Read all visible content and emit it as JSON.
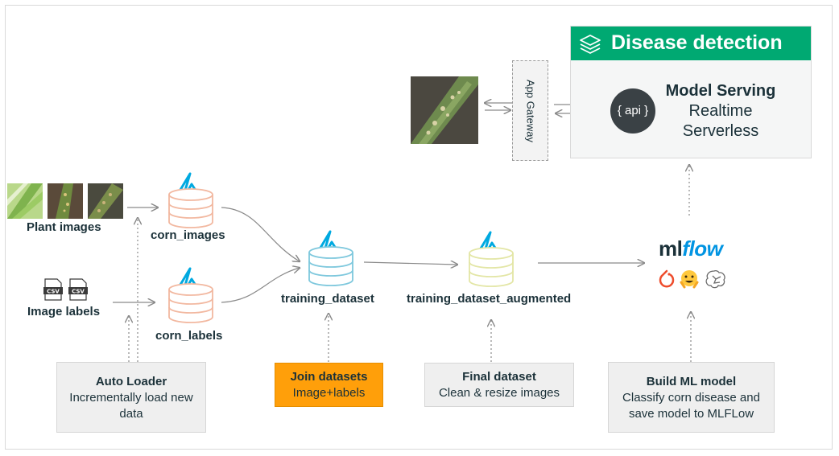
{
  "colors": {
    "delta_blue": "#00a9e0",
    "corn_db": "#f2b8a0",
    "training_db": "#7ec8dd",
    "augmented_db": "#e3e6a6",
    "serving_header": "#00a972",
    "join_box": "#ff9f0a",
    "api_bg": "#3a4145"
  },
  "icons": {
    "header_layers": "layers-icon",
    "csv_file": "csv-file-icon",
    "delta": "delta-lake-icon",
    "pytorch": "pytorch-icon",
    "huggingface": "hugging-face-icon",
    "brain": "brain-network-icon"
  },
  "inputs": {
    "plant_images_label": "Plant images",
    "image_labels_label": "Image labels",
    "csv_badge": "CSV"
  },
  "tables": {
    "corn_images": "corn_images",
    "corn_labels": "corn_labels",
    "training_dataset": "training_dataset",
    "training_dataset_augmented": "training_dataset_augmented"
  },
  "steps": {
    "auto_loader": {
      "title": "Auto Loader",
      "desc_line1": "Incrementally load new",
      "desc_line2": "data"
    },
    "join": {
      "title": "Join datasets",
      "desc": "Image+labels"
    },
    "final": {
      "title": "Final dataset",
      "desc": "Clean & resize images"
    },
    "build": {
      "title": "Build ML model",
      "desc_line1": "Classify corn disease and",
      "desc_line2": "save model to MLFLow"
    }
  },
  "serving": {
    "title": "Disease detection",
    "api": "{ api }",
    "model_serving": "Model Serving",
    "realtime": "Realtime",
    "serverless": "Serverless"
  },
  "gateway": {
    "label": "App Gateway"
  },
  "mlflow": {
    "ml": "ml",
    "flow": "flow"
  }
}
